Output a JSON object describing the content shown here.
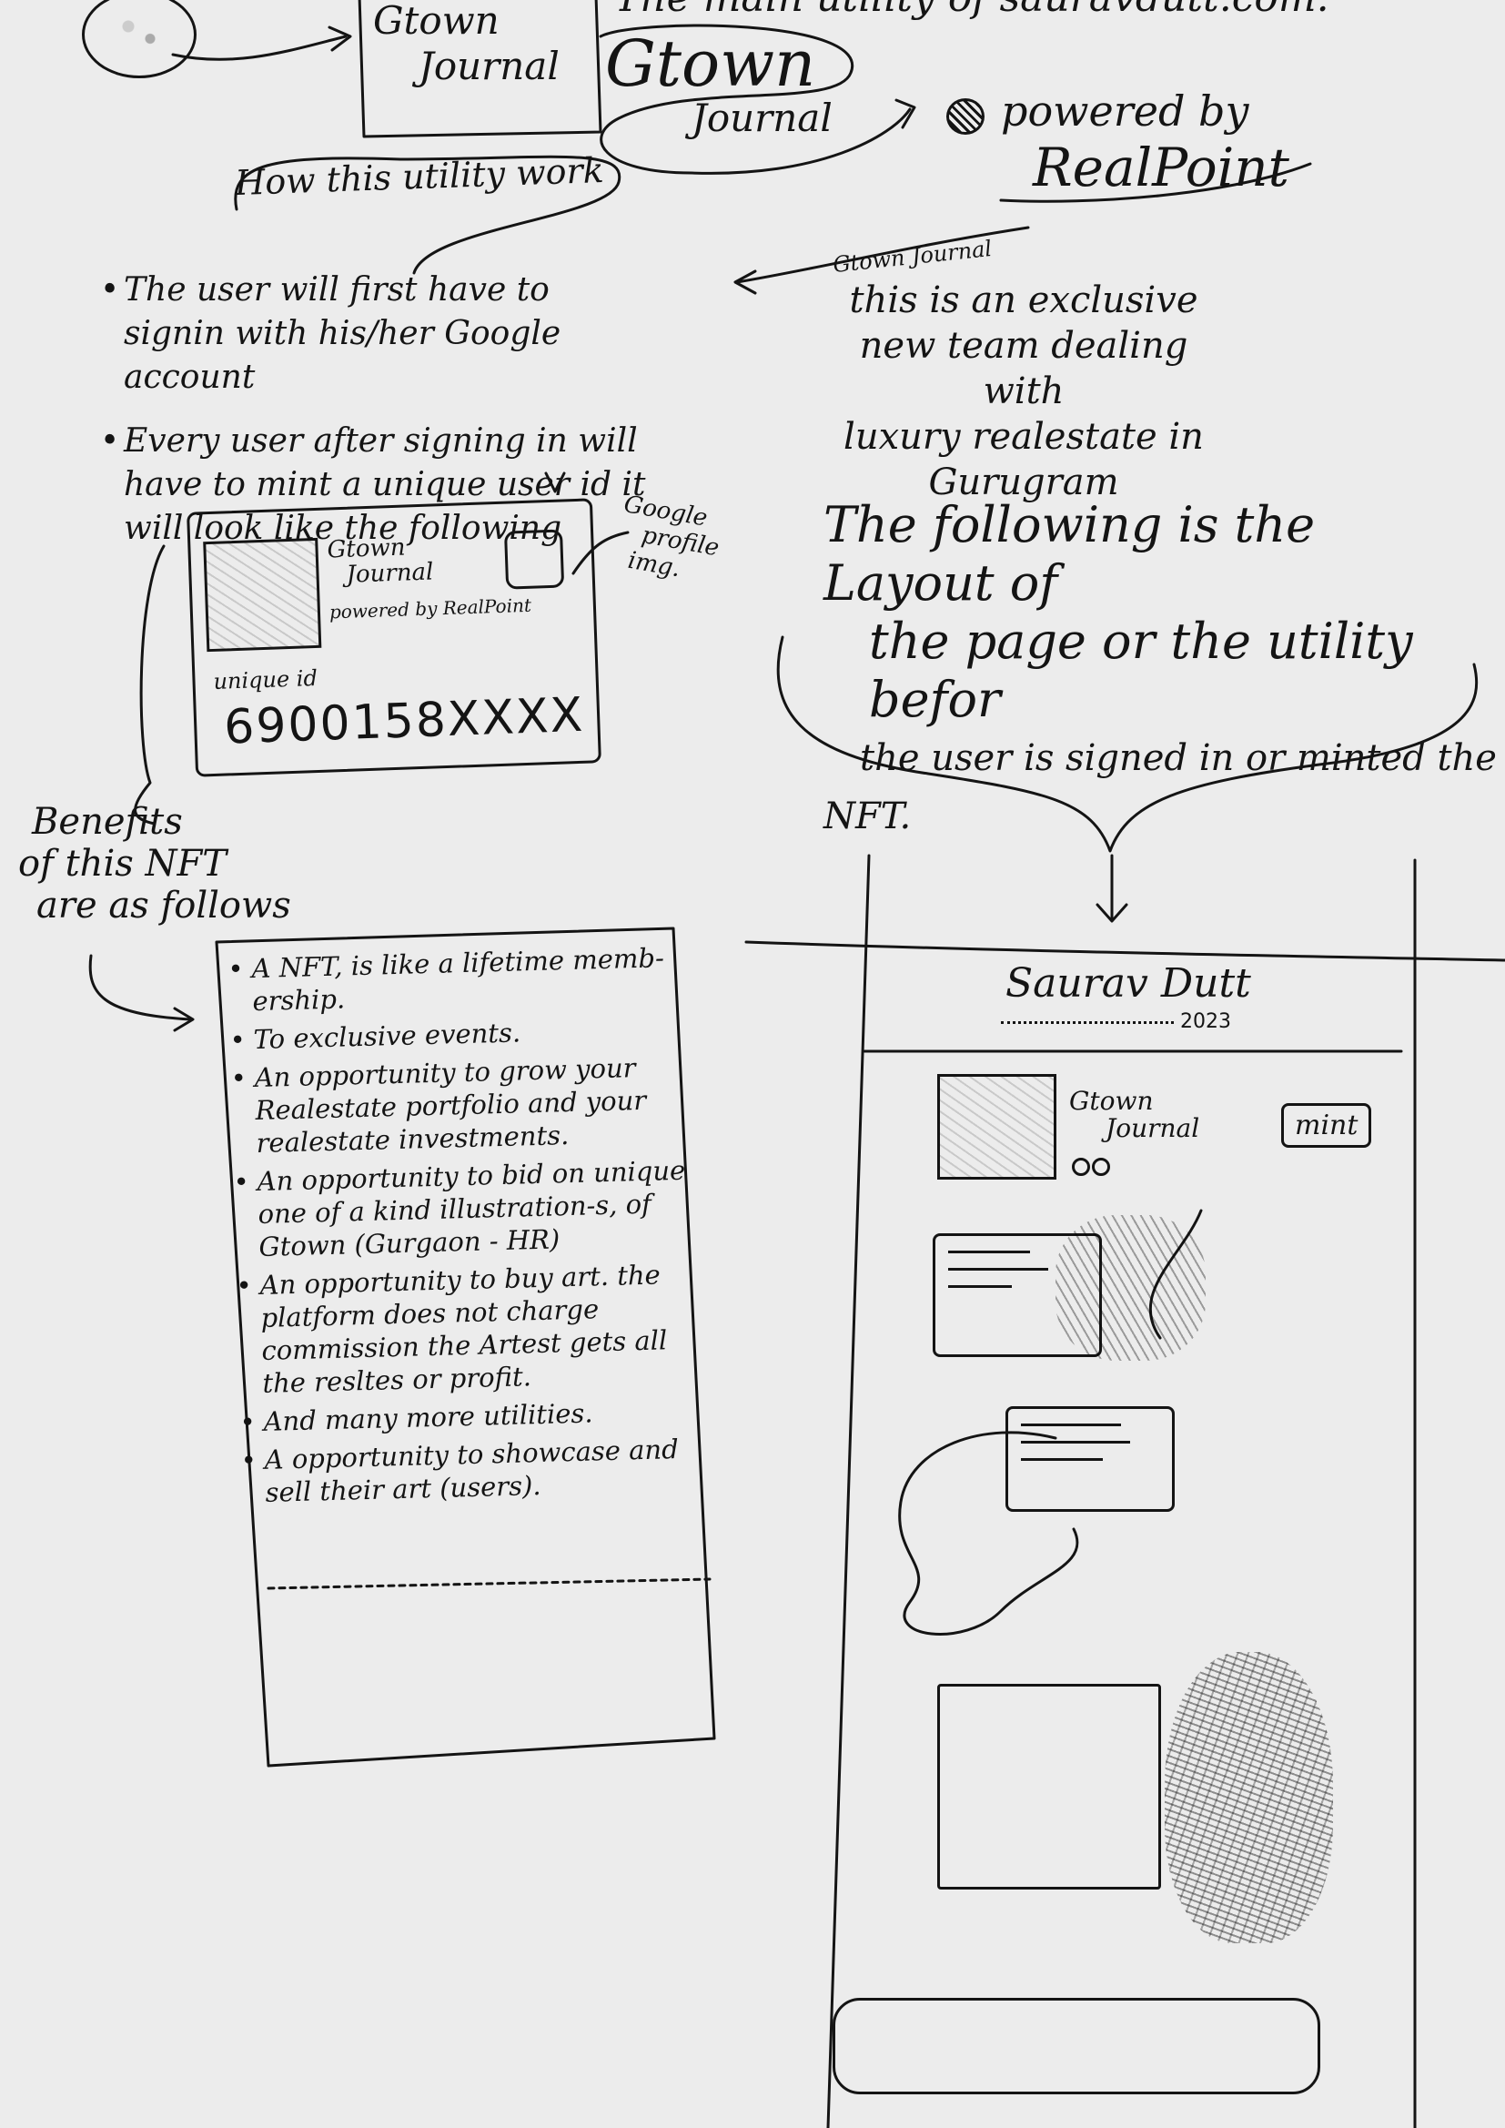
{
  "header": {
    "logo_title_line1": "Gtown",
    "logo_title_line2": "Journal",
    "top_caption": "The main utility of sauravdutt.com.",
    "big_title_line1": "Gtown",
    "big_title_line2": "Journal",
    "powered_by": "powered by",
    "brand": "RealPoint"
  },
  "how_it_works": {
    "heading": "How this utility work",
    "bullets": [
      "The user will first have to signin with his/her Google account",
      "Every user after signing in will have to mint a unique user id it will look like the following"
    ]
  },
  "side_note": {
    "label": "Gtown Journal",
    "text_line1": "this is an exclusive",
    "text_line2": "new team dealing with",
    "text_line3": "luxury realestate in",
    "text_line4": "Gurugram"
  },
  "id_card": {
    "title_line1": "Gtown",
    "title_line2": "Journal",
    "powered_by": "powered by RealPoint",
    "unique_label": "unique id",
    "unique_value": "6900158XXXX",
    "profile_note_line1": "Google",
    "profile_note_line2": "profile",
    "profile_note_line3": "img."
  },
  "layout_note": {
    "line1": "The following is the Layout of",
    "line2": "the page or the utility befor",
    "line3": "the user is signed in or minted the",
    "line4": "NFT."
  },
  "benefits": {
    "heading_line1": "Benefits",
    "heading_line2": "of this NFT",
    "heading_line3": "are as follows",
    "items": [
      "A NFT, is like a lifetime memb-ership.",
      "To exclusive events.",
      "An opportunity to grow your Realestate portfolio and your realestate investments.",
      "An opportunity to bid on unique one of a kind illustration-s, of Gtown (Gurgaon - HR)",
      "An opportunity to buy art. the platform does not charge commission the Artest gets all the resltes or profit.",
      "And many more utilities.",
      "A opportunity to showcase and sell their art (users)."
    ]
  },
  "phone": {
    "author": "Saurav Dutt",
    "year": "2023",
    "app_title_line1": "Gtown",
    "app_title_line2": "Journal",
    "mint_label": "mint"
  }
}
